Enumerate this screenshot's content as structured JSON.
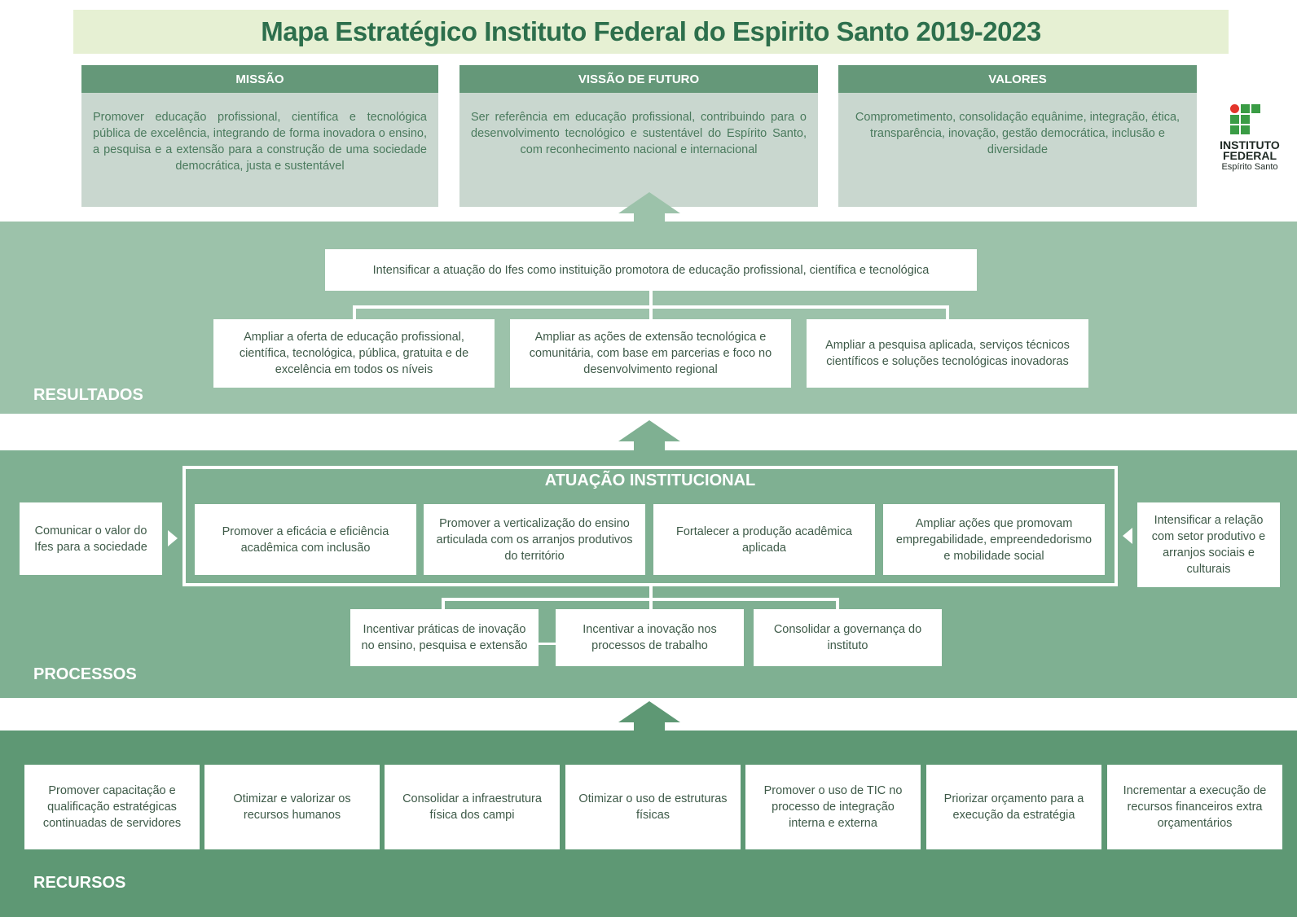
{
  "title": "Mapa Estratégico Instituto Federal do Espirito Santo 2019-2023",
  "colors": {
    "title_bg": "#e6f0d3",
    "title_text": "#2d6f4c",
    "header_bg": "#659879",
    "top_body_bg": "#c9d7cf",
    "resultados_band": "#9cc2aa",
    "processos_band": "#7fb092",
    "recursos_band": "#5e9874",
    "logo_red": "#e3352b",
    "logo_green": "#3a9c45"
  },
  "mission": {
    "header": "MISSÃO",
    "text": "Promover educação profissional, científica e tecnológica pública de excelência, integrando de forma inovadora o ensino, a pesquisa e a extensão para a construção de uma sociedade democrática, justa e sustentável"
  },
  "vision": {
    "header": "VISSÃO DE FUTURO",
    "text": "Ser referência em educação profissional, contribuindo para o desenvolvimento tecnológico e sustentável do Espírito Santo, com reconhecimento nacional e internacional"
  },
  "values": {
    "header": "VALORES",
    "text": "Comprometimento, consolidação equânime, integração, ética, transparência, inovação, gestão democrática, inclusão e diversidade"
  },
  "logo": {
    "line1": "INSTITUTO",
    "line2": "FEDERAL",
    "line3": "Espírito Santo",
    "icon": "ifes-logo-icon"
  },
  "resultados": {
    "label": "RESULTADOS",
    "top": "Intensificar a atuação do Ifes como instituição promotora de educação profissional, científica e tecnológica",
    "items": [
      "Ampliar a oferta de educação profissional, científica, tecnológica, pública, gratuita e de excelência em todos os níveis",
      "Ampliar as ações de extensão tecnológica e comunitária, com base em parcerias e foco no desenvolvimento regional",
      "Ampliar a pesquisa aplicada, serviços técnicos científicos e soluções tecnológicas inovadoras"
    ]
  },
  "processos": {
    "label": "PROCESSOS",
    "group_title": "ATUAÇÃO INSTITUCIONAL",
    "left": "Comunicar o valor do Ifes para a sociedade",
    "right": "Intensificar a relação com setor produtivo e arranjos sociais e culturais",
    "group_items": [
      "Promover a eficácia e eficiência acadêmica com inclusão",
      "Promover a verticalização do ensino articulada com os arranjos produtivos do território",
      "Fortalecer a produção acadêmica aplicada",
      "Ampliar ações que promovam empregabilidade, empreendedorismo e mobilidade social"
    ],
    "bottom_items": [
      "Incentivar práticas de inovação no ensino, pesquisa e extensão",
      "Incentivar a inovação nos processos de trabalho",
      "Consolidar a governança do instituto"
    ]
  },
  "recursos": {
    "label": "RECURSOS",
    "items": [
      "Promover capacitação e qualificação estratégicas continuadas de servidores",
      "Otimizar e valorizar os recursos humanos",
      "Consolidar a infraestrutura física dos campi",
      "Otimizar o uso de estruturas físicas",
      "Promover o uso de TIC no processo de integração interna e externa",
      "Priorizar orçamento para a execução da estratégia",
      "Incrementar a execução de recursos financeiros extra orçamentários"
    ]
  }
}
